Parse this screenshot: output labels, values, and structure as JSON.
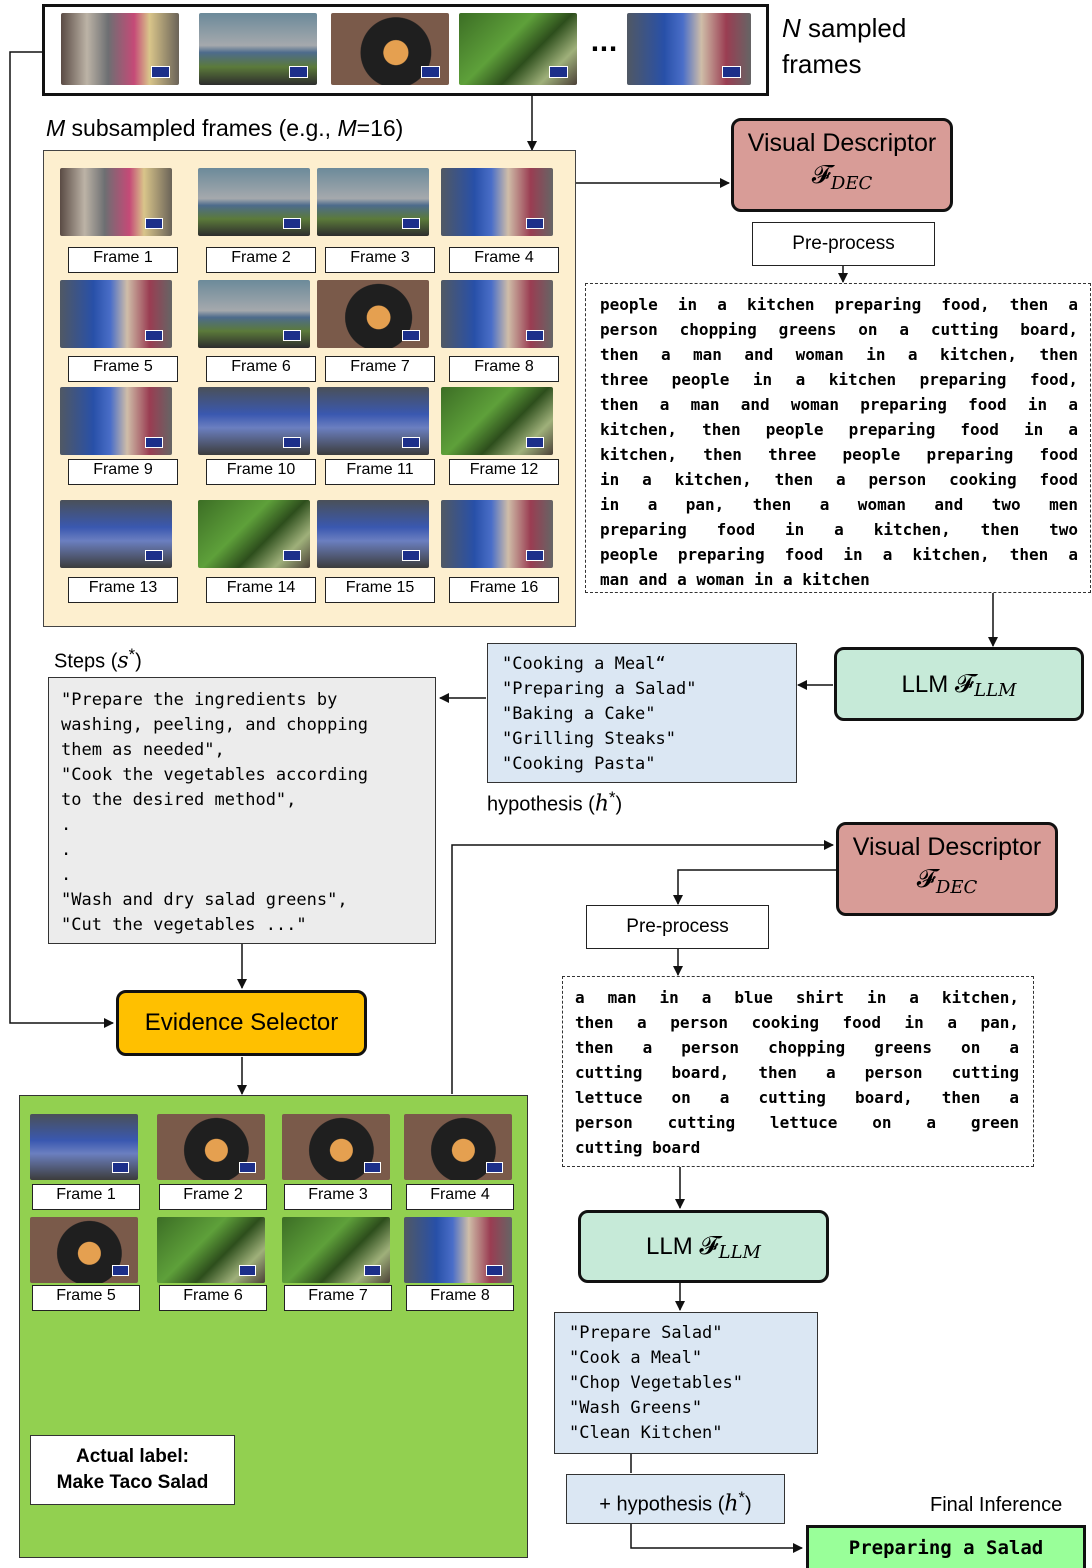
{
  "top_strip": {
    "ellipsis": "...",
    "label_var": "N",
    "label_rest": " sampled",
    "label_line2": "frames"
  },
  "subsampled": {
    "title_var": "M",
    "title_rest": " subsampled frames (e.g., ",
    "title_var2": "M",
    "title_end": "=16)",
    "frames": [
      "Frame 1",
      "Frame 2",
      "Frame 3",
      "Frame 4",
      "Frame 5",
      "Frame 6",
      "Frame 7",
      "Frame 8",
      "Frame 9",
      "Frame 10",
      "Frame 11",
      "Frame 12",
      "Frame 13",
      "Frame 14",
      "Frame 15",
      "Frame 16"
    ]
  },
  "visual_descriptor_1": {
    "title": "Visual Descriptor",
    "symbol": "𝓕",
    "subscript": "DEC"
  },
  "preprocess_1": "Pre-process",
  "description_1": [
    "people in a kitchen preparing food, then a",
    "person chopping greens on a cutting board,",
    "then a man and woman in a kitchen, then",
    "three people in a kitchen preparing food,",
    "then a man and woman preparing food in a",
    "kitchen, then people preparing food in a",
    "kitchen, then three people preparing food",
    "in a kitchen, then a person cooking food",
    "in a pan, then a woman and two men",
    "preparing food in a kitchen, then two",
    "people preparing food in a kitchen, then a",
    "man and a woman in a kitchen"
  ],
  "llm_1": {
    "title": "LLM ",
    "symbol": "𝓕",
    "subscript": "LLM"
  },
  "hypotheses": [
    "\"Cooking a Meal“",
    "\"Preparing a Salad\"",
    "\"Baking a Cake\"",
    "\"Grilling Steaks\"",
    "\"Cooking Pasta\""
  ],
  "hypothesis_label": {
    "text": "hypothesis (",
    "var": "h",
    "sup": "*",
    "end": ")"
  },
  "steps_label": {
    "text": "Steps (",
    "var": "s",
    "sup": "*",
    "end": ")"
  },
  "steps": [
    "\"Prepare the ingredients by",
    "washing, peeling, and chopping",
    "them as needed\",",
    "\"Cook the vegetables according",
    "to the desired method\",",
    ".",
    ".",
    ".",
    "\"Wash and dry salad greens\",",
    "\"Cut the vegetables ...\""
  ],
  "evidence_selector": "Evidence Selector",
  "evidence_frames": [
    "Frame 1",
    "Frame 2",
    "Frame 3",
    "Frame 4",
    "Frame 5",
    "Frame 6",
    "Frame 7",
    "Frame 8"
  ],
  "actual_label": {
    "line1": "Actual label:",
    "line2": "Make Taco Salad"
  },
  "visual_descriptor_2": {
    "title": "Visual Descriptor",
    "symbol": "𝓕",
    "subscript": "DEC"
  },
  "preprocess_2": "Pre-process",
  "description_2": [
    "a man in a blue shirt in a kitchen,",
    "then a person cooking food in a pan,",
    "then a person chopping greens on a",
    "cutting board, then a person cutting",
    "lettuce on a cutting board, then a",
    "person cutting lettuce on a green",
    "cutting board"
  ],
  "llm_2": {
    "title": "LLM ",
    "symbol": "𝓕",
    "subscript": "LLM"
  },
  "steps_2": [
    "\"Prepare Salad\"",
    "\"Cook a Meal\"",
    "\"Chop Vegetables\"",
    "\"Wash Greens\"",
    "\"Clean Kitchen\""
  ],
  "plus_hypothesis": {
    "text": "+ hypothesis (",
    "var": "h",
    "sup": "*",
    "end": ")"
  },
  "final_inference_label": "Final Inference",
  "final_inference": "Preparing a Salad",
  "colors": {
    "subsampled_bg": "#fdefcf",
    "evidence_bg": "#92d050",
    "visual_descriptor": "#d89c97",
    "llm": "#c6ead8",
    "evidence_selector": "#ffc000",
    "hypothesis_bg": "#dbe7f3",
    "steps_bg": "#ececec",
    "final_bg": "#99ff99"
  }
}
